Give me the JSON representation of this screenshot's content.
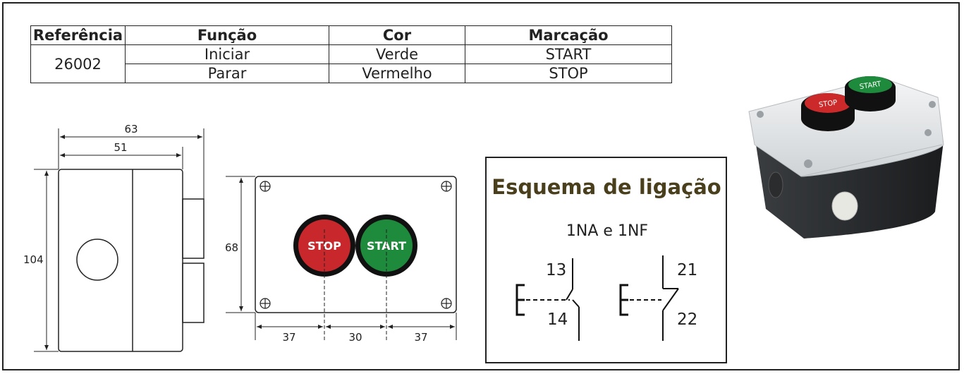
{
  "table": {
    "headers": [
      "Referência",
      "Função",
      "Cor",
      "Marcação"
    ],
    "reference": "26002",
    "rows": [
      {
        "function": "Iniciar",
        "color": "Verde",
        "marking": "START"
      },
      {
        "function": "Parar",
        "color": "Vermelho",
        "marking": "STOP"
      }
    ]
  },
  "side_view": {
    "dim_outer_width": "63",
    "dim_inner_width": "51",
    "dim_height": "104"
  },
  "front_view": {
    "dim_height": "68",
    "dim_left": "37",
    "dim_middle": "30",
    "dim_right": "37",
    "stop_label": "STOP",
    "start_label": "START",
    "stop_color": "#c8282c",
    "start_color": "#1e8a3c"
  },
  "scheme": {
    "title": "Esquema de ligação",
    "subtitle": "1NA e 1NF",
    "no_top": "13",
    "no_bottom": "14",
    "nc_top": "21",
    "nc_bottom": "22"
  },
  "photo": {
    "stop_label": "STOP",
    "start_label": "START"
  }
}
